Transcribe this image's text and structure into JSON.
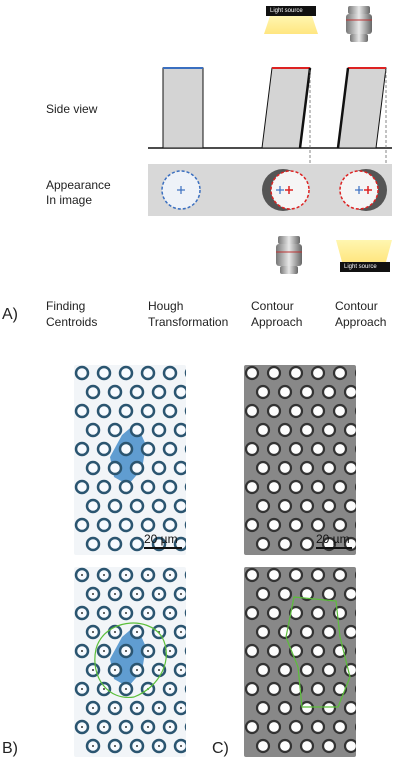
{
  "diagram": {
    "side_view_label": "Side view",
    "appearance_label_line1": "Appearance",
    "appearance_label_line2": "In image",
    "light_source_top": "Light source",
    "light_source_bottom": "Light source",
    "panel_a": "A)",
    "panel_b": "B)",
    "panel_c": "C)",
    "columns": [
      {
        "line1": "Finding",
        "line2": "Centroids"
      },
      {
        "line1": "Hough",
        "line2": "Transformation"
      },
      {
        "line1": "Contour",
        "line2": "Approach"
      },
      {
        "line1": "Contour",
        "line2": "Approach"
      }
    ],
    "scale_bar_b": "20 µm",
    "scale_bar_c": "20 µm"
  }
}
